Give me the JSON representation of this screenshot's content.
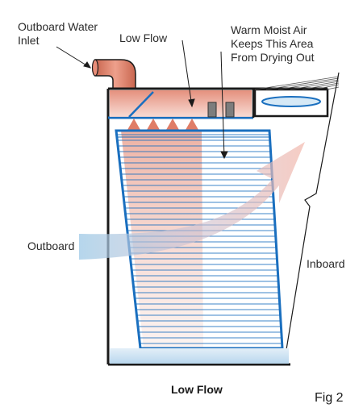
{
  "labels": {
    "outboard_water_inlet": [
      "Outboard Water",
      "Inlet"
    ],
    "low_flow_top": "Low Flow",
    "warm_moist_air": [
      "Warm Moist Air",
      "Keeps This Area",
      "From Drying Out"
    ],
    "outboard": "Outboard",
    "inboard": "Inboard",
    "caption": "Low Flow",
    "figure": "Fig 2"
  },
  "colors": {
    "structure": "#1a1a1a",
    "fill_media_blue": "#1a6fbf",
    "water_pink": "#e2907c",
    "air_pink": "#f3c6bd",
    "air_blue": "#a9cfe8",
    "basin_blue": "#cfe4f3"
  }
}
